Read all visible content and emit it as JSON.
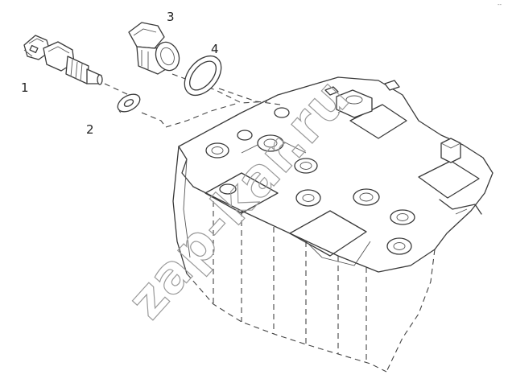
{
  "callouts": {
    "c1": "1",
    "c2": "2",
    "c3": "3",
    "c4": "4"
  },
  "watermark": "zap-kar.ru",
  "corner_mark": "--"
}
